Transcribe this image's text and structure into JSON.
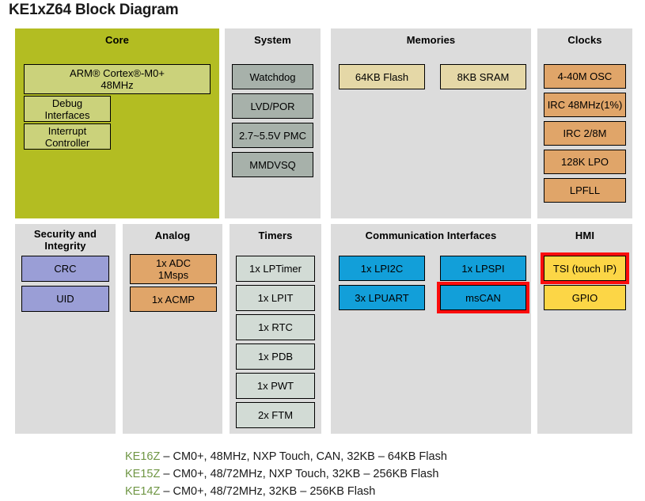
{
  "title": "KE1xZ64 Block Diagram",
  "colors": {
    "page_background": "#ffffff",
    "panel_background": "#dcdcdc",
    "core_panel": "#b3bd22",
    "core_block": "#cbd27b",
    "system_block": "#a7b1aa",
    "memory_block": "#e5d8a7",
    "clock_block": "#e0a569",
    "security_block": "#9a9ed6",
    "analog_block": "#e0a569",
    "timer_block": "#d2dbd5",
    "communication_block": "#129fd9",
    "hmi_block": "#fcd646",
    "highlight_border": "#fb0d0d",
    "legend_part_number": "#6f9644",
    "block_border": "#000000"
  },
  "panels": {
    "core": {
      "title": "Core",
      "blocks": [
        {
          "label": "ARM® Cortex®-M0+\n48MHz",
          "highlight": false
        },
        {
          "label": "Debug\nInterfaces",
          "highlight": false
        },
        {
          "label": "Interrupt\nController",
          "highlight": false
        }
      ]
    },
    "system": {
      "title": "System",
      "blocks": [
        {
          "label": "Watchdog",
          "highlight": false
        },
        {
          "label": "LVD/POR",
          "highlight": false
        },
        {
          "label": "2.7~5.5V PMC",
          "highlight": false
        },
        {
          "label": "MMDVSQ",
          "highlight": false
        }
      ]
    },
    "memories": {
      "title": "Memories",
      "blocks": [
        {
          "label": "64KB Flash",
          "highlight": false
        },
        {
          "label": "8KB SRAM",
          "highlight": false
        }
      ]
    },
    "clocks": {
      "title": "Clocks",
      "blocks": [
        {
          "label": "4-40M OSC",
          "highlight": false
        },
        {
          "label": "IRC 48MHz(1%)",
          "highlight": false
        },
        {
          "label": "IRC 2/8M",
          "highlight": false
        },
        {
          "label": "128K LPO",
          "highlight": false
        },
        {
          "label": "LPFLL",
          "highlight": false
        }
      ]
    },
    "security": {
      "title": "Security and\nIntegrity",
      "blocks": [
        {
          "label": "CRC",
          "highlight": false
        },
        {
          "label": "UID",
          "highlight": false
        }
      ]
    },
    "analog": {
      "title": "Analog",
      "blocks": [
        {
          "label": "1x ADC\n1Msps",
          "highlight": false
        },
        {
          "label": "1x ACMP",
          "highlight": false
        }
      ]
    },
    "timers": {
      "title": "Timers",
      "blocks": [
        {
          "label": "1x LPTimer",
          "highlight": false
        },
        {
          "label": "1x LPIT",
          "highlight": false
        },
        {
          "label": "1x RTC",
          "highlight": false
        },
        {
          "label": "1x PDB",
          "highlight": false
        },
        {
          "label": "1x PWT",
          "highlight": false
        },
        {
          "label": "2x FTM",
          "highlight": false
        }
      ]
    },
    "communication": {
      "title": "Communication Interfaces",
      "blocks": [
        {
          "label": "1x LPI2C",
          "highlight": false
        },
        {
          "label": "1x LPSPI",
          "highlight": false
        },
        {
          "label": "3x LPUART",
          "highlight": false
        },
        {
          "label": "msCAN",
          "highlight": true
        }
      ]
    },
    "hmi": {
      "title": "HMI",
      "blocks": [
        {
          "label": "TSI (touch IP)",
          "highlight": true
        },
        {
          "label": "GPIO",
          "highlight": false
        }
      ]
    }
  },
  "legend": [
    {
      "part": "KE16Z",
      "desc": "– CM0+, 48MHz, NXP Touch, CAN, 32KB – 64KB Flash"
    },
    {
      "part": "KE15Z",
      "desc": "– CM0+, 48/72MHz,  NXP Touch, 32KB – 256KB Flash"
    },
    {
      "part": "KE14Z",
      "desc": "– CM0+, 48/72MHz, 32KB – 256KB Flash"
    }
  ]
}
